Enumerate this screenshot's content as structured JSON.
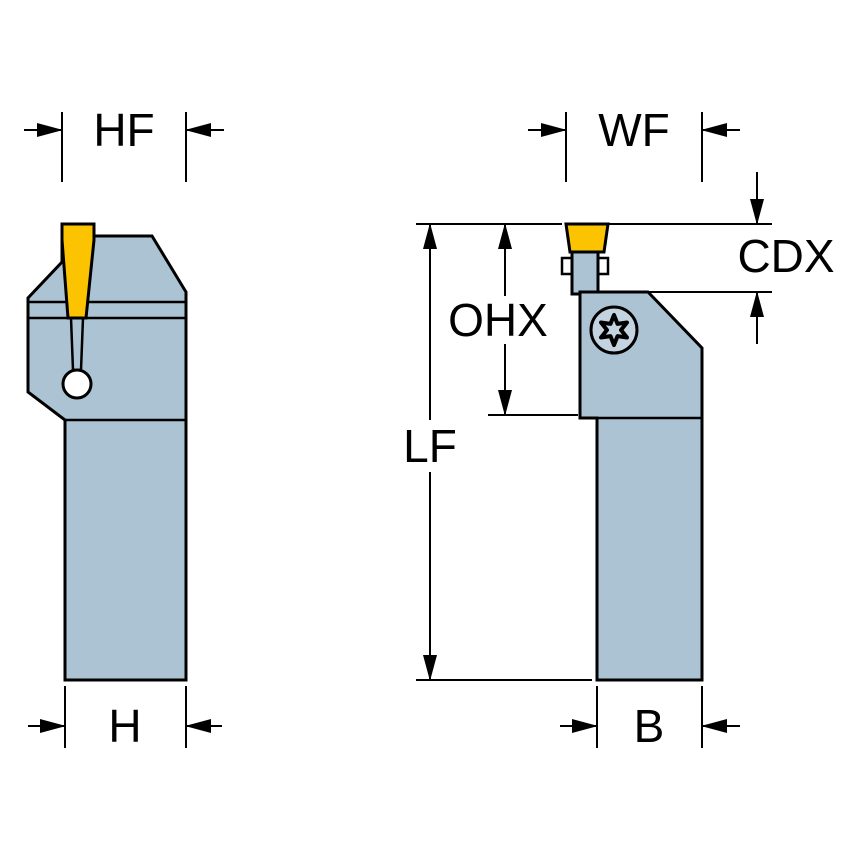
{
  "drawing": {
    "labels": {
      "hf": "HF",
      "wf": "WF",
      "cdx": "CDX",
      "ohx": "OHX",
      "lf": "LF",
      "h": "H",
      "b": "B"
    },
    "colors": {
      "background": "#ffffff",
      "body": "#abc3d3",
      "insert": "#fcc300",
      "outline": "#000000",
      "hole": "#ffffff",
      "screw_face": "#c3d3df"
    }
  }
}
